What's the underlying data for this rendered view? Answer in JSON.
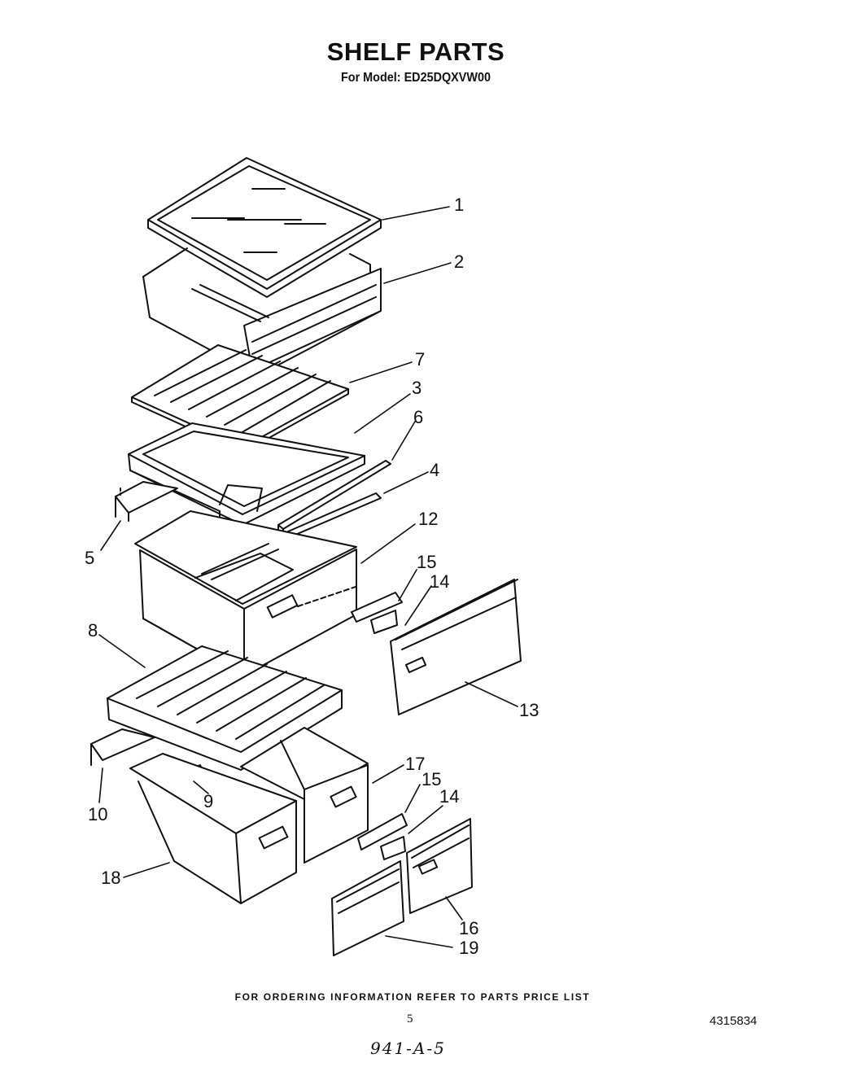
{
  "header": {
    "title": "SHELF PARTS",
    "subtitle": "For Model: ED25DQXVW00"
  },
  "callouts": [
    {
      "id": "c1",
      "label": "1"
    },
    {
      "id": "c2",
      "label": "2"
    },
    {
      "id": "c7",
      "label": "7"
    },
    {
      "id": "c3",
      "label": "3"
    },
    {
      "id": "c6",
      "label": "6"
    },
    {
      "id": "c4",
      "label": "4"
    },
    {
      "id": "c12",
      "label": "12"
    },
    {
      "id": "c5",
      "label": "5"
    },
    {
      "id": "c15a",
      "label": "15"
    },
    {
      "id": "c14a",
      "label": "14"
    },
    {
      "id": "c8",
      "label": "8"
    },
    {
      "id": "c13",
      "label": "13"
    },
    {
      "id": "c17",
      "label": "17"
    },
    {
      "id": "c15b",
      "label": "15"
    },
    {
      "id": "c14b",
      "label": "14"
    },
    {
      "id": "c10",
      "label": "10"
    },
    {
      "id": "c9",
      "label": "9"
    },
    {
      "id": "c18",
      "label": "18"
    },
    {
      "id": "c16",
      "label": "16"
    },
    {
      "id": "c19",
      "label": "19"
    }
  ],
  "footer": {
    "ordering_note": "FOR ORDERING INFORMATION REFER TO PARTS PRICE LIST",
    "page_number": "5",
    "document_number": "4315834",
    "handwritten_code": "941-A-5"
  }
}
